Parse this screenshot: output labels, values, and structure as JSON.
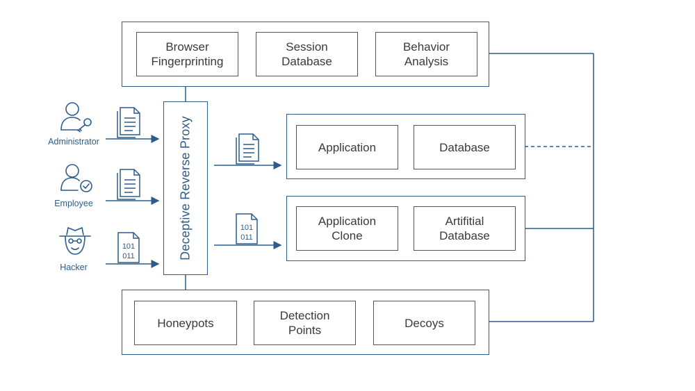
{
  "proxy": {
    "label": "Deceptive Reverse Proxy"
  },
  "monitoring": [
    "Browser\nFingerprinting",
    "Session\nDatabase",
    "Behavior\nAnalysis"
  ],
  "production": [
    "Application",
    "Database"
  ],
  "decoy_env": [
    "Application\nClone",
    "Artifitial\nDatabase"
  ],
  "deception": [
    "Honeypots",
    "Detection\nPoints",
    "Decoys"
  ],
  "actors": [
    {
      "label": "Administrator",
      "icon": "user-key-icon",
      "payload": "document-icon"
    },
    {
      "label": "Employee",
      "icon": "user-check-icon",
      "payload": "document-icon"
    },
    {
      "label": "Hacker",
      "icon": "hacker-hat-icon",
      "payload": "binary-file-icon"
    }
  ],
  "binary_lines": [
    "101",
    "011"
  ],
  "colors": {
    "accent": "#2c5c8c",
    "box_border": "#555555",
    "text": "#3a3a3a"
  }
}
